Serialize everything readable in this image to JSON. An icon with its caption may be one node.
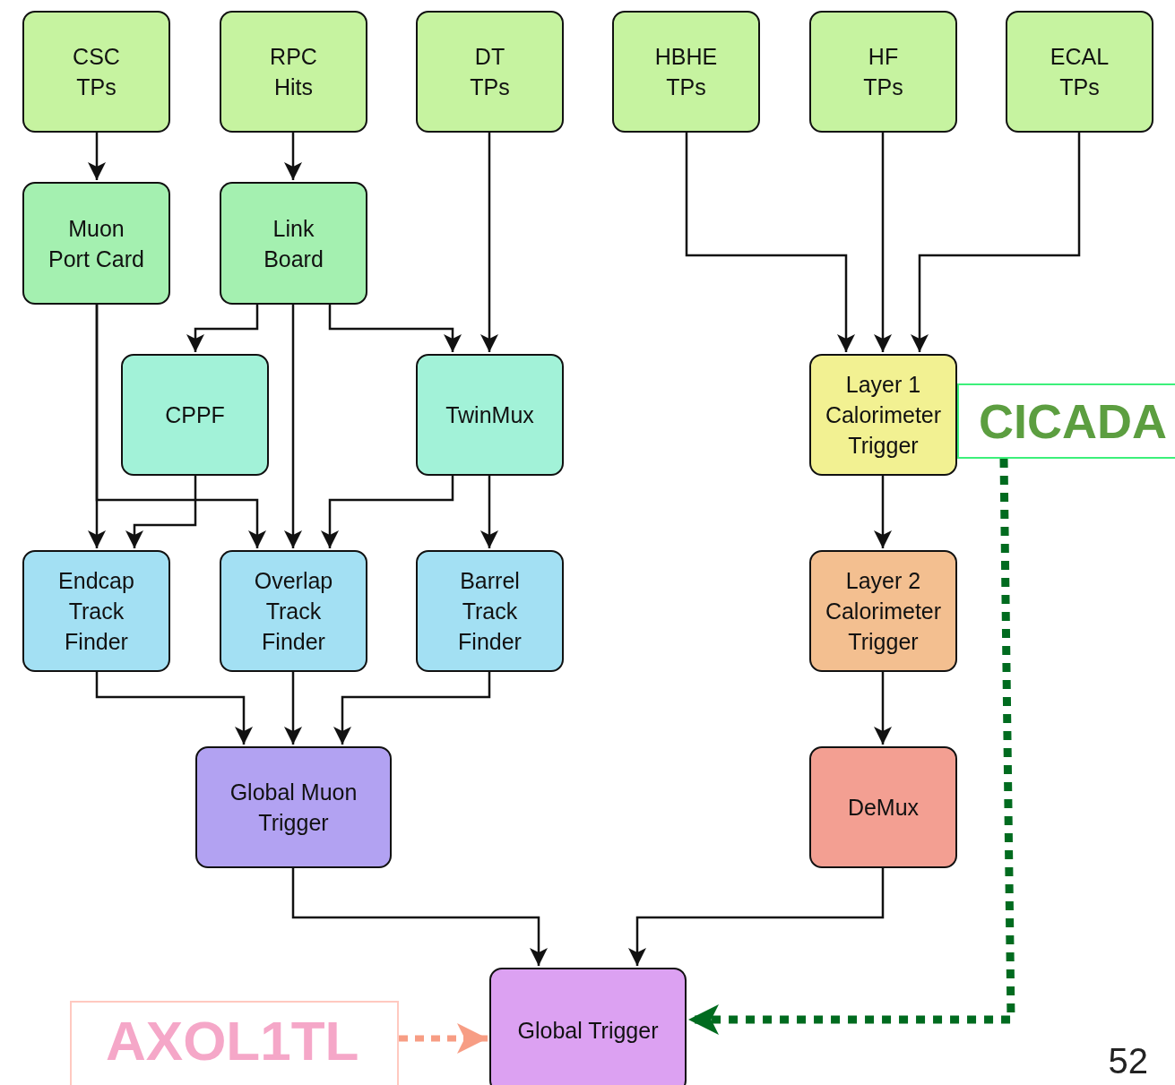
{
  "diagram": {
    "nodes": [
      {
        "text": [
          "CSC TPs"
        ]
      },
      {
        "text": [
          "RPC Hits"
        ]
      },
      {
        "text": [
          "DT TPs"
        ]
      },
      {
        "text": [
          "HBHE TPs"
        ]
      },
      {
        "text": [
          "HF TPs"
        ]
      },
      {
        "text": [
          "ECAL TPs"
        ]
      },
      {
        "text": [
          "Muon Port Card"
        ]
      },
      {
        "text": [
          "Link Board"
        ]
      },
      {
        "text": [
          "CPPF"
        ]
      },
      {
        "text": [
          "TwinMux"
        ]
      },
      {
        "text": [
          "Layer 1 Calorimeter Trigger"
        ]
      },
      {
        "text": [
          "CICADA"
        ]
      },
      {
        "text": [
          "Endcap Track Finder"
        ]
      },
      {
        "text": [
          "Overlap Track Finder"
        ]
      },
      {
        "text": [
          "Barrel Track Finder"
        ]
      },
      {
        "text": [
          "Layer 2 Calorimeter Trigger"
        ]
      },
      {
        "text": [
          "Global Muon Trigger"
        ]
      },
      {
        "text": [
          "DeMux"
        ]
      },
      {
        "text": [
          "AXOL1TL"
        ]
      },
      {
        "text": [
          "Global Trigger"
        ]
      }
    ],
    "edges": [
      {
        "from": 0,
        "to": 6,
        "arrow": "to"
      },
      {
        "from": 1,
        "to": 7,
        "arrow": "to"
      },
      {
        "from": 7,
        "to": 8,
        "arrow": "to"
      },
      {
        "from": 7,
        "to": 9,
        "arrow": "to"
      },
      {
        "from": 2,
        "to": 9,
        "arrow": "to"
      },
      {
        "from": 7,
        "to": 13,
        "arrow": "to"
      },
      {
        "from": 6,
        "to": 12,
        "arrow": "to"
      },
      {
        "from": 6,
        "to": 13,
        "arrow": "to"
      },
      {
        "from": 8,
        "to": 12,
        "arrow": "to"
      },
      {
        "from": 9,
        "to": 13,
        "arrow": "to"
      },
      {
        "from": 9,
        "to": 14,
        "arrow": "to"
      },
      {
        "from": 3,
        "to": 10,
        "arrow": "to"
      },
      {
        "from": 4,
        "to": 10,
        "arrow": "to"
      },
      {
        "from": 5,
        "to": 10,
        "arrow": "to"
      },
      {
        "from": 10,
        "to": 15,
        "arrow": "to"
      },
      {
        "from": 12,
        "to": 16,
        "arrow": "to"
      },
      {
        "from": 13,
        "to": 16,
        "arrow": "to"
      },
      {
        "from": 14,
        "to": 16,
        "arrow": "to"
      },
      {
        "from": 15,
        "to": 17,
        "arrow": "to"
      },
      {
        "from": 16,
        "to": 19,
        "arrow": "to"
      },
      {
        "from": 17,
        "to": 19,
        "arrow": "to"
      },
      {
        "from": 18,
        "to": 19,
        "arrow": "to",
        "style": "dashed",
        "color": "#f79d84"
      },
      {
        "from": 11,
        "to": 19,
        "arrow": "to",
        "style": "dashed",
        "color": "#006b1f"
      }
    ],
    "labels": [
      "52"
    ]
  }
}
